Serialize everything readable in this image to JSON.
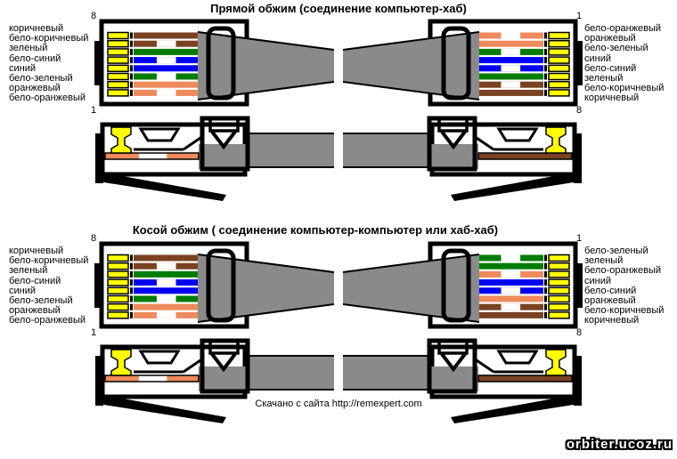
{
  "page": {
    "background": "#ffffff"
  },
  "palette": {
    "brown": "#7a4222",
    "green": "#007c00",
    "blue": "#0000ef",
    "orange": "#ef8a5c",
    "yellow": "#ffff00",
    "cable_gray": "#8a8a8a",
    "white": "#ffffff",
    "black": "#000000"
  },
  "sections": [
    {
      "title": "Прямой обжим (соединение компьютер-хаб)",
      "left_labels": [
        "коричневый",
        "бело-коричневый",
        "зеленый",
        "бело-синий",
        "синий",
        "бело-зеленый",
        "оранжевый",
        "бело-оранжевый"
      ],
      "right_labels": [
        "бело-оранжевый",
        "оранжевый",
        "бело-зеленый",
        "синий",
        "бело-синий",
        "зеленый",
        "бело-коричневый",
        "коричневый"
      ],
      "pins": {
        "left_top": "8",
        "left_bottom": "1",
        "right_top": "1",
        "right_bottom": "8"
      },
      "left_wires": [
        "brown",
        "white-brown",
        "green",
        "white-blue",
        "blue",
        "white-green",
        "orange",
        "white-orange"
      ],
      "right_wires": [
        "white-orange",
        "orange",
        "white-green",
        "blue",
        "white-blue",
        "green",
        "white-brown",
        "brown"
      ],
      "side_left_wire": "white-orange",
      "side_right_wire": "brown"
    },
    {
      "title": "Косой обжим ( соединение компьютер-компьютер или хаб-хаб)",
      "left_labels": [
        "коричневый",
        "бело-коричневый",
        "зеленый",
        "бело-синий",
        "синий",
        "бело-зеленый",
        "оранжевый",
        "бело-оранжевый"
      ],
      "right_labels": [
        "бело-зеленый",
        "зеленый",
        "бело-оранжевый",
        "синий",
        "бело-синий",
        "оранжевый",
        "бело-коричневый",
        "коричневый"
      ],
      "pins": {
        "left_top": "8",
        "left_bottom": "1",
        "right_top": "1",
        "right_bottom": "8"
      },
      "left_wires": [
        "brown",
        "white-brown",
        "green",
        "white-blue",
        "blue",
        "white-green",
        "orange",
        "white-orange"
      ],
      "right_wires": [
        "white-green",
        "green",
        "white-orange",
        "blue",
        "white-blue",
        "orange",
        "white-brown",
        "brown"
      ],
      "side_left_wire": "white-orange",
      "side_right_wire": "brown"
    }
  ],
  "footer": {
    "credit": "Скачано с сайта http://remexpert.com"
  },
  "watermark": {
    "text": "orbiter.ucoz.ru"
  }
}
